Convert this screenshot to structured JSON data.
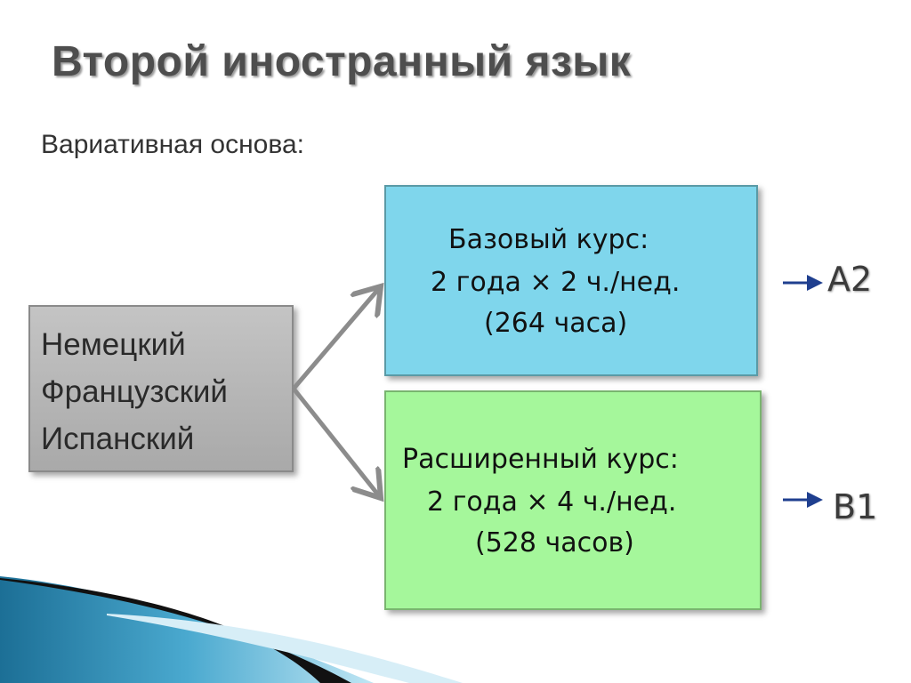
{
  "title": "Второй иностранный язык",
  "subtitle": "Вариативная основа:",
  "languages": [
    "Немецкий",
    "Французский",
    "Испанский"
  ],
  "courses": {
    "basic": {
      "title": "Базовый курс:",
      "hours_line": "2 года × 2 ч./нед.",
      "total": "(264 часа)",
      "level": "A2",
      "color": "#7fd6ec"
    },
    "extended": {
      "title": "Расширенный курс:",
      "hours_line": "2 года × 4 ч./нед.",
      "total": "(528 часов)",
      "level": "B1",
      "color": "#a5f79b"
    }
  },
  "colors": {
    "title": "#4e4e4e",
    "languages_box": "#b5b5b5",
    "connector_arrows": "#8c8c8c",
    "level_arrows": "#1f3f8f"
  }
}
